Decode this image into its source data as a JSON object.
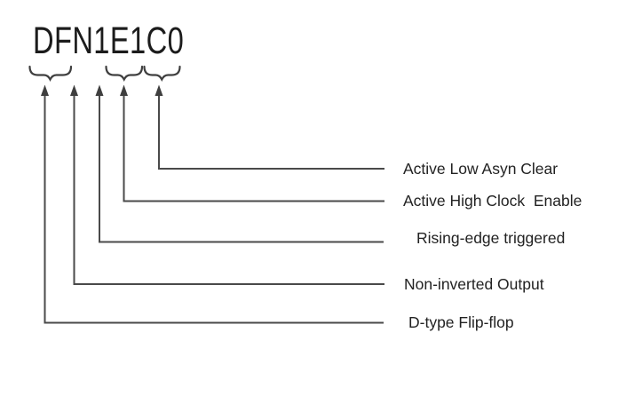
{
  "title": "DFN1E1C0",
  "code_groups": [
    {
      "chars": "DF",
      "meaning": "D-type Flip-flop"
    },
    {
      "chars": "N",
      "meaning": "Non-inverted Output"
    },
    {
      "chars": "1",
      "meaning": "Rising-edge triggered"
    },
    {
      "chars": "E1",
      "meaning": "Active High Clock  Enable"
    },
    {
      "chars": "C0",
      "meaning": "Active Low Asyn Clear"
    }
  ],
  "colors": {
    "ink": "#1c1c1c",
    "label_text": "#222222",
    "connector_line": "#4a4a4a",
    "arrowhead": "#3f3f3f",
    "background": "#ffffff"
  }
}
